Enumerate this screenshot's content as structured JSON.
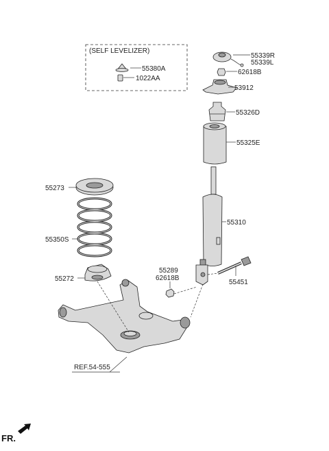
{
  "self_levelizer_box": {
    "title": "(SELF LEVELIZER)",
    "parts": [
      "55380A",
      "1022AA"
    ]
  },
  "labels": {
    "p55339R": "55339R",
    "p55339L": "55339L",
    "p62618B_top": "62618B",
    "p53912": "53912",
    "p55326D": "55326D",
    "p55325E": "55325E",
    "p55273": "55273",
    "p55310": "55310",
    "p55350S": "55350S",
    "p55289": "55289",
    "p62618B_low": "62618B",
    "p55272": "55272",
    "p55451": "55451",
    "ref": "REF.54-555"
  },
  "direction": {
    "label": "FR."
  }
}
